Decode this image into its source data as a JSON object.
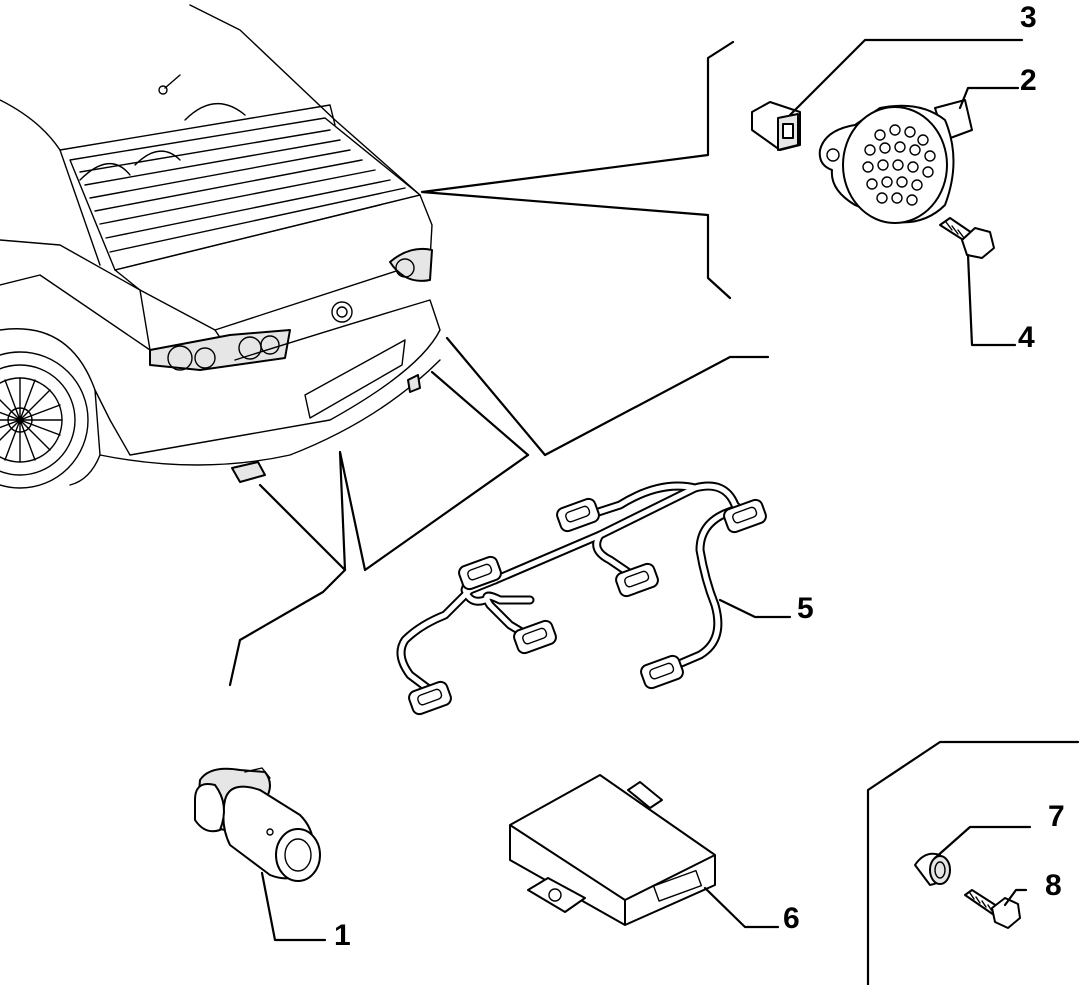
{
  "callouts": [
    {
      "id": "1",
      "label": "1"
    },
    {
      "id": "2",
      "label": "2"
    },
    {
      "id": "3",
      "label": "3"
    },
    {
      "id": "4",
      "label": "4"
    },
    {
      "id": "5",
      "label": "5"
    },
    {
      "id": "6",
      "label": "6"
    },
    {
      "id": "7",
      "label": "7"
    },
    {
      "id": "8",
      "label": "8"
    }
  ],
  "colors": {
    "ink": "#000000",
    "paper": "#ffffff",
    "shade": "#e6e6e6"
  }
}
